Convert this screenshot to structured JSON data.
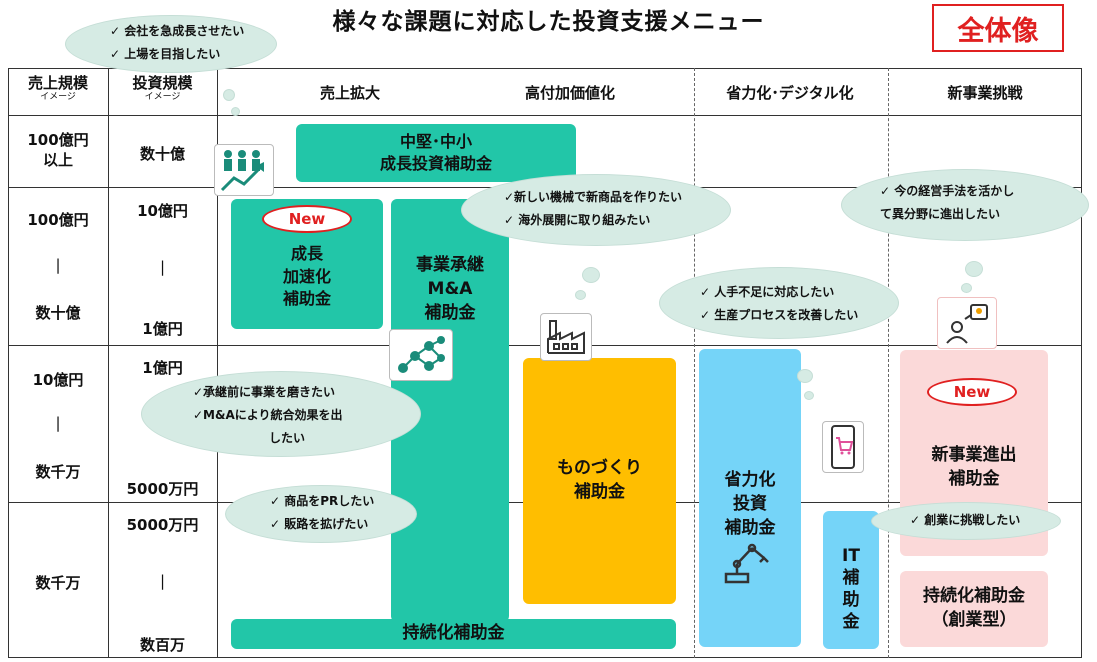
{
  "title": "様々な課題に対応した投資支援メニュー",
  "badge": "全体像",
  "headers": {
    "sales_scale": "売上規模",
    "sales_sub": "イメージ",
    "invest_scale": "投資規模",
    "invest_sub": "イメージ",
    "col1": "売上拡大",
    "col2": "高付加価値化",
    "col3": "省力化･デジタル化",
    "col4": "新事業挑戦"
  },
  "rows": {
    "r1_sales": [
      "100億円",
      "以上"
    ],
    "r1_invest": "数十億",
    "r2_sales_top": "100億円",
    "r2_sales_mid": "|",
    "r2_sales_bot": "数十億",
    "r2_invest_top": "10億円",
    "r2_invest_mid": "|",
    "r2_invest_bot": "1億円",
    "r3_sales_top": "10億円",
    "r3_sales_mid": "|",
    "r3_sales_bot": "数千万",
    "r3_invest_top": "1億円",
    "r3_invest_bot": "5000万円",
    "r4_sales": "数千万",
    "r4_invest_top": "5000万円",
    "r4_invest_mid": "|",
    "r4_invest_bot": "数百万"
  },
  "programs": {
    "chuken": [
      "中堅･中小",
      "成長投資補助金"
    ],
    "seicho": [
      "成長",
      "加速化",
      "補助金"
    ],
    "jigyo": [
      "事業承継",
      "M&A",
      "補助金"
    ],
    "monozukuri": [
      "ものづくり",
      "補助金"
    ],
    "shoryoku": [
      "省力化",
      "投資",
      "補助金"
    ],
    "it": [
      "IT",
      "補",
      "助",
      "金"
    ],
    "shinjigyo": [
      "新事業進出",
      "補助金"
    ],
    "jizoku_sogyo": [
      "持続化補助金",
      "（創業型）"
    ],
    "jizoku": "持続化補助金",
    "new_label": "New"
  },
  "clouds": {
    "c1": [
      "✓ 会社を急成長させたい",
      "✓ 上場を目指したい"
    ],
    "c2": [
      "✓新しい機械で新商品を作りたい",
      "✓ 海外展開に取り組みたい"
    ],
    "c3": [
      "✓ 今の経営手法を活かし",
      "て異分野に進出したい"
    ],
    "c4": [
      "✓ 人手不足に対応したい",
      "✓ 生産プロセスを改善したい"
    ],
    "c5": [
      "✓承継前に事業を磨きたい",
      "✓M&Aにより統合効果を出",
      "したい"
    ],
    "c6": [
      "✓ 商品をPRしたい",
      "✓ 販路を拡げたい"
    ],
    "c7": [
      "✓ 創業に挑戦したい"
    ]
  },
  "colors": {
    "teal": "#22c6a8",
    "yellow": "#ffbe00",
    "blue": "#75d4f8",
    "pink": "#fbd9d9",
    "red": "#e02020",
    "cloud": "#d6ebe4"
  },
  "icons": [
    "growth-chart-icon",
    "network-icon",
    "factory-icon",
    "robot-arm-icon",
    "smartphone-cart-icon",
    "idea-person-icon"
  ]
}
